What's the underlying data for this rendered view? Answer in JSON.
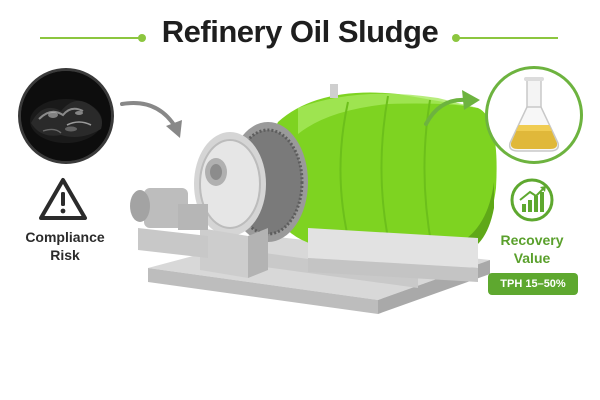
{
  "header": {
    "title": "Refinery Oil Sludge"
  },
  "left_panel": {
    "icon_input": "oil-sludge-image",
    "icon_warning": "warning-triangle-icon",
    "risk_label_line1": "Compliance",
    "risk_label_line2": "Risk"
  },
  "right_panel": {
    "icon_output": "oil-flask-icon",
    "icon_growth": "growth-chart-icon",
    "value_label_line1": "Recovery",
    "value_label_line2": "Value",
    "badge": "TPH 15–50%"
  },
  "colors": {
    "brand_green": "#8cc63f",
    "dark_green": "#5ea82f",
    "text_dark": "#1e1e1e",
    "machine_green": "#7ed321"
  },
  "illustration": {
    "main": "pyrolysis-reactor-machine"
  }
}
